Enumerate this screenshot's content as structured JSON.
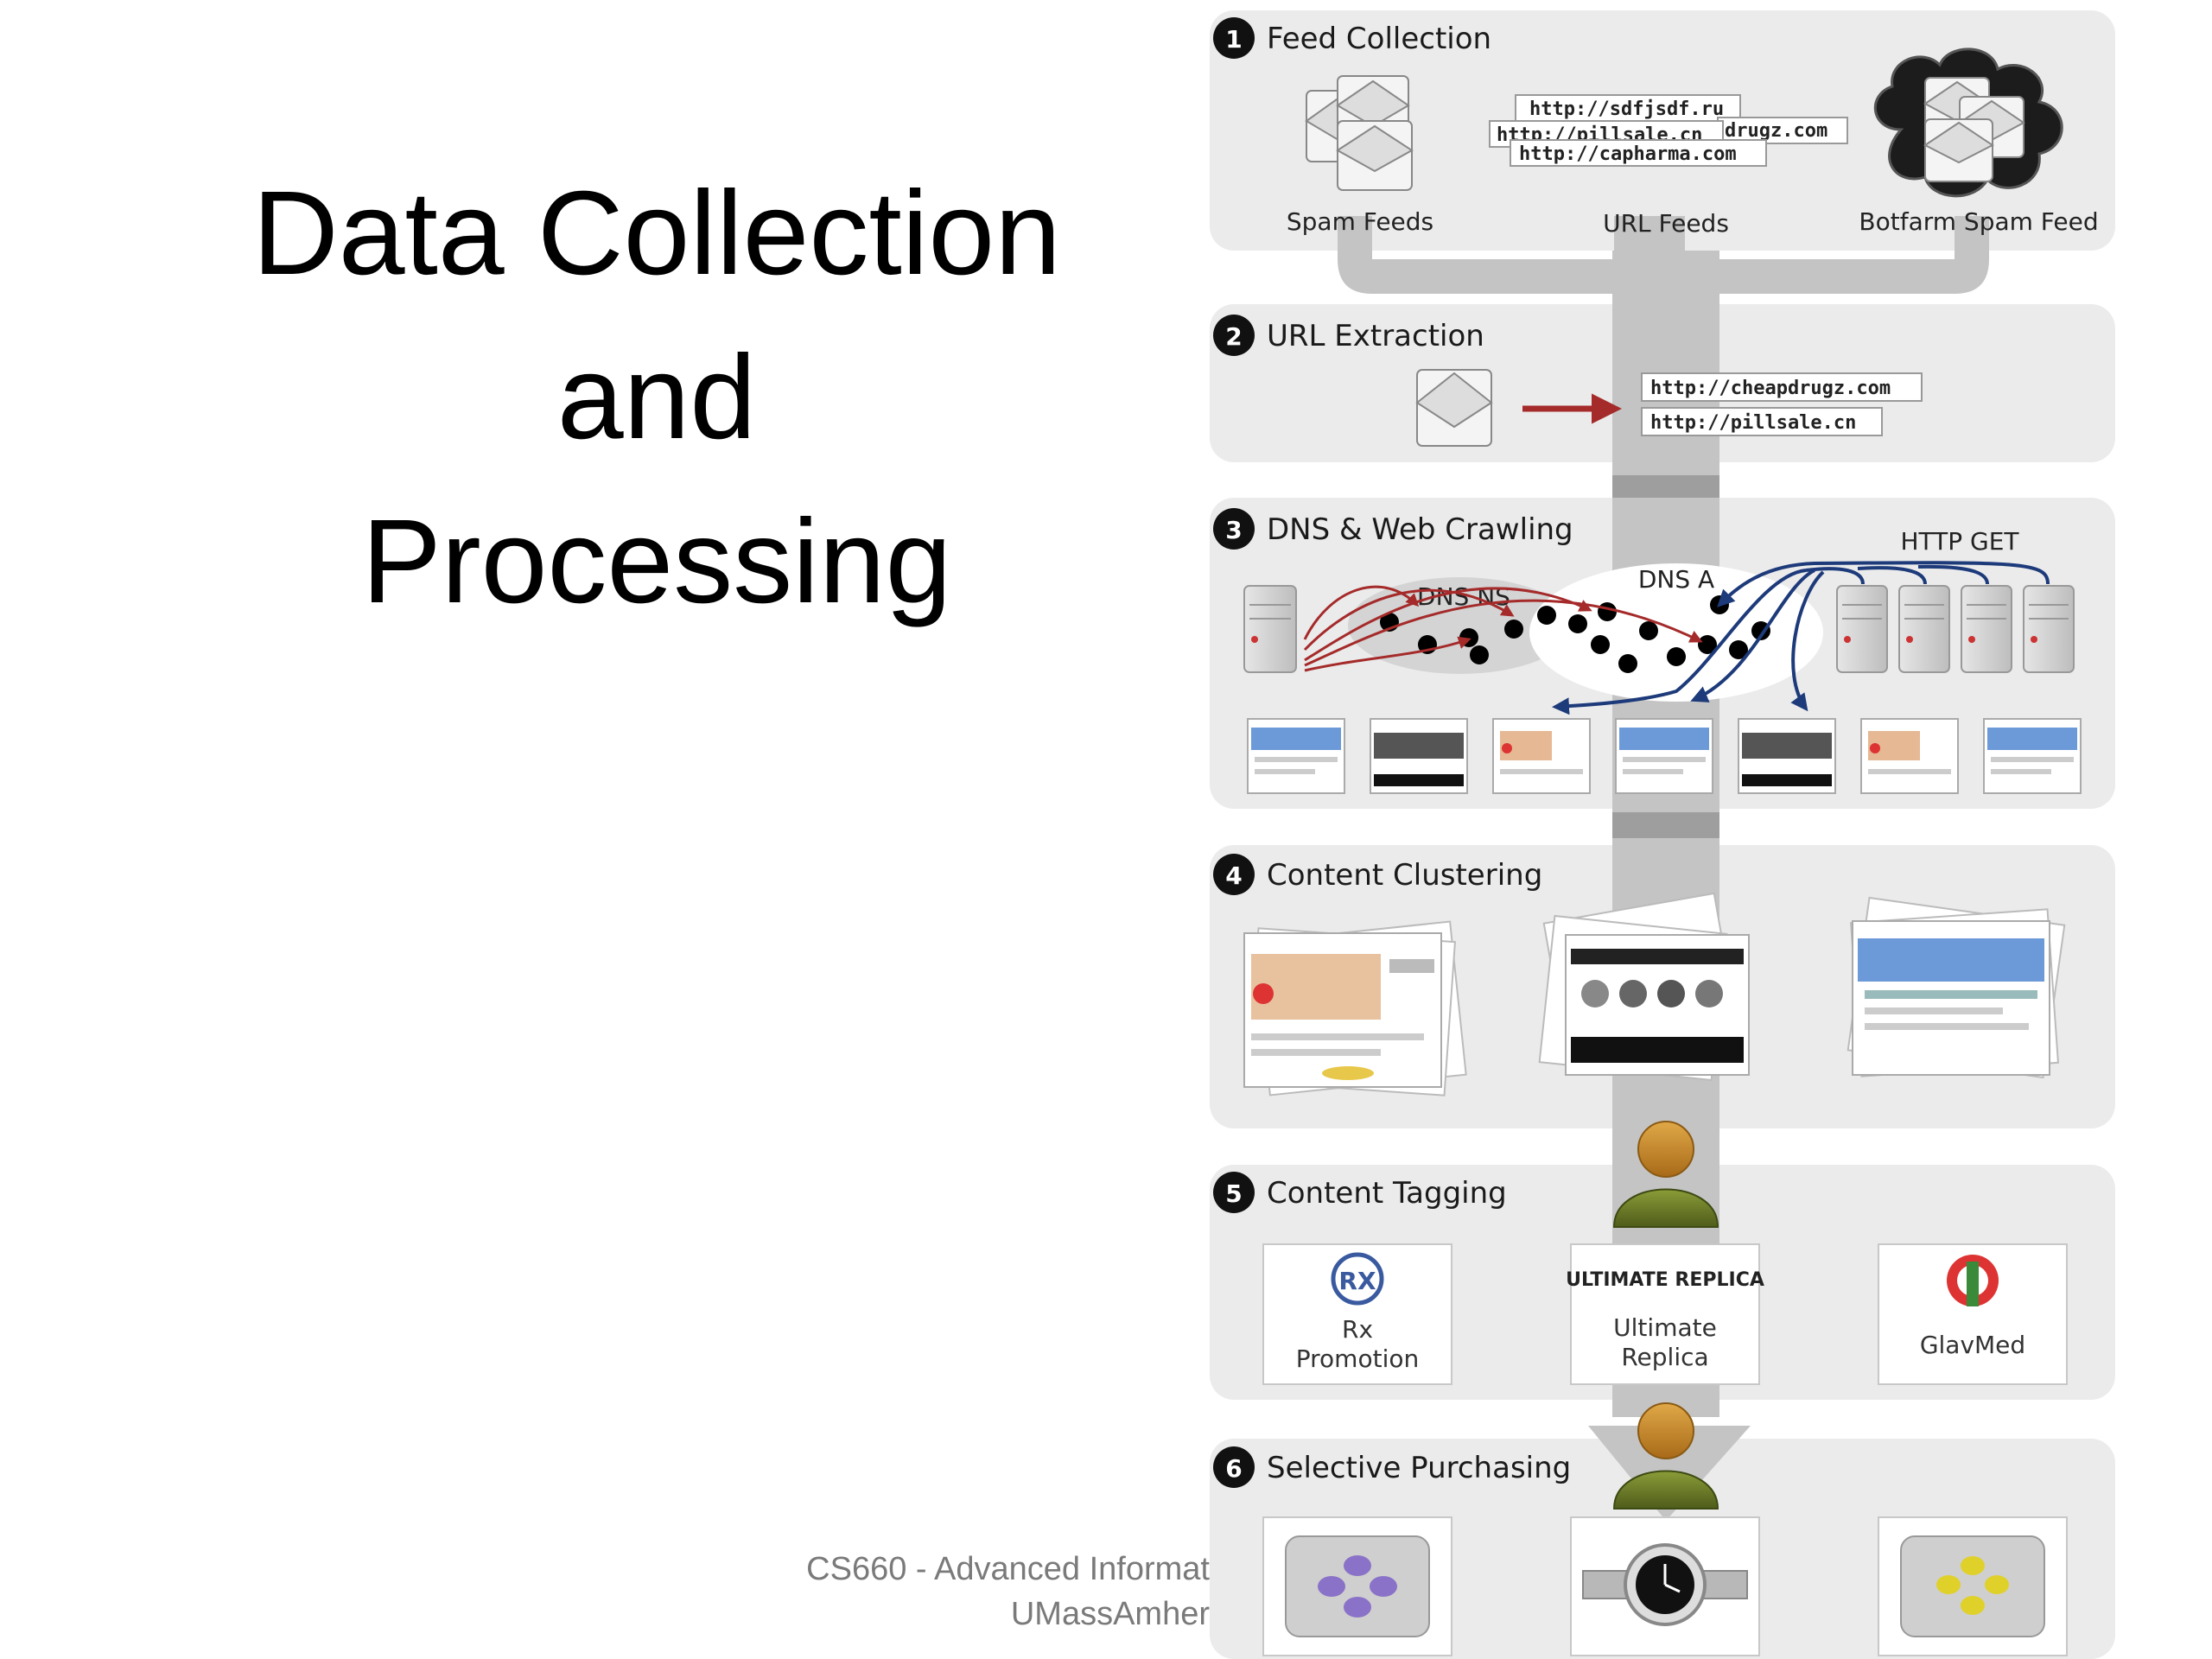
{
  "slide": {
    "title_lines": [
      "Data Collection",
      "and",
      "Processing"
    ],
    "footer_line1": "CS660 - Advanced Informat",
    "footer_line2": "UMassAmher"
  },
  "stages": [
    {
      "number": "1",
      "title": "Feed Collection"
    },
    {
      "number": "2",
      "title": "URL Extraction"
    },
    {
      "number": "3",
      "title": "DNS & Web Crawling"
    },
    {
      "number": "4",
      "title": "Content Clustering"
    },
    {
      "number": "5",
      "title": "Content Tagging"
    },
    {
      "number": "6",
      "title": "Selective Purchasing"
    }
  ],
  "feed": {
    "spam_feeds_label": "Spam Feeds",
    "url_feeds_label": "URL Feeds",
    "botfarm_label": "Botfarm Spam Feed",
    "urls": [
      "http://sdfjsdf.ru",
      "http://pillsale.cn",
      "drugz.com",
      "http://capharma.com"
    ]
  },
  "extraction": {
    "urls": [
      "http://cheapdrugz.com",
      "http://pillsale.cn"
    ]
  },
  "crawling": {
    "dns_ns_label": "DNS NS",
    "dns_a_label": "DNS A",
    "http_get_label": "HTTP GET"
  },
  "tagging": {
    "cards": [
      {
        "logo": "RX",
        "line1": "Rx",
        "line2": "Promotion"
      },
      {
        "logo": "ULTIMATE REPLICA",
        "line1": "Ultimate",
        "line2": "Replica"
      },
      {
        "logo": "glavmed-logo",
        "line1": "GlavMed",
        "line2": ""
      }
    ]
  },
  "colors": {
    "panel": "#ebebeb",
    "pipe": "#c4c4c4",
    "red_arrow": "#a52a2a",
    "blue_arrow": "#1d3a7a",
    "person_body": "#6b7d2a",
    "person_head": "#c88a2a"
  }
}
